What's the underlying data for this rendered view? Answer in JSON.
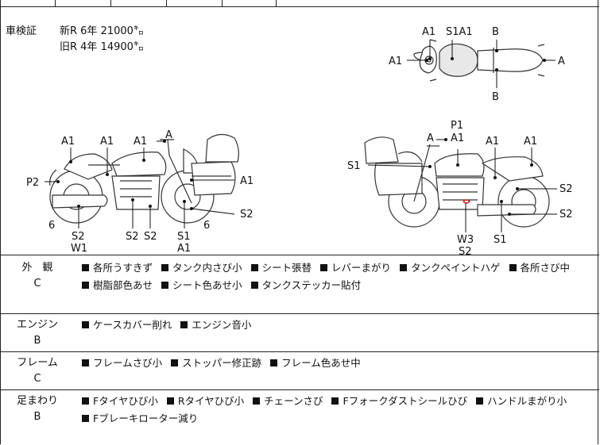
{
  "registration": {
    "label": "車検証",
    "new_line": "新R  6年  21000㌔",
    "old_line": "旧R  4年  14900㌔"
  },
  "diagram_labels": {
    "top_view": [
      "A1",
      "S1A1",
      "B",
      "A1",
      "A",
      "B"
    ],
    "left_view": [
      "A1",
      "A1",
      "A1",
      "A",
      "P2",
      "A1",
      "S2",
      "6",
      "S2",
      "W1",
      "S2",
      "S2",
      "S1",
      "A1",
      "6"
    ],
    "right_view": [
      "P1",
      "A",
      "A1",
      "A1",
      "A1",
      "S1",
      "S2",
      "S2",
      "W3",
      "S2",
      "S1"
    ]
  },
  "sections": [
    {
      "category": "外　観",
      "grade": "C",
      "items": [
        "各所うすきず",
        "タンク内さび小",
        "シート張替",
        "レバーまがり",
        "タンクペイントハゲ",
        "各所さび中",
        "樹脂部色あせ",
        "シート色あせ小",
        "タンクステッカー貼付"
      ]
    },
    {
      "category": "エンジン",
      "grade": "B",
      "items": [
        "ケースカバー削れ",
        "エンジン音小"
      ]
    },
    {
      "category": "フレーム",
      "grade": "C",
      "items": [
        "フレームさび小",
        "ストッパー修正跡",
        "フレーム色あせ中"
      ]
    },
    {
      "category": "足まわり",
      "grade": "B",
      "items": [
        "Fタイヤひび小",
        "Rタイヤひび小",
        "チェーンさび",
        "Fフォークダストシールひび",
        "ハンドルまがり小",
        "Fブレーキローター減り"
      ]
    }
  ],
  "colors": {
    "line": "#222222",
    "mark": "#cc2222"
  }
}
